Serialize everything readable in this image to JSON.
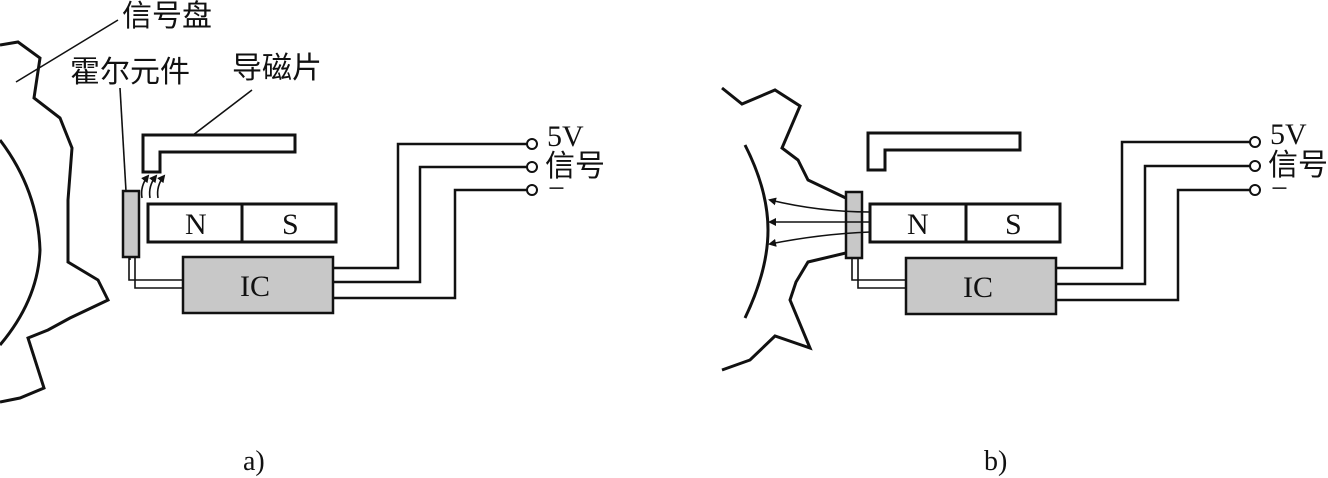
{
  "labels": {
    "signal_disc": "信号盘",
    "hall_element": "霍尔元件",
    "magnetic_guide": "导磁片",
    "magnet_n": "N",
    "magnet_s": "S",
    "ic": "IC",
    "terminal_5v": "5V",
    "terminal_signal": "信号",
    "terminal_minus": "−"
  },
  "captions": {
    "a": "a)",
    "b": "b)"
  }
}
